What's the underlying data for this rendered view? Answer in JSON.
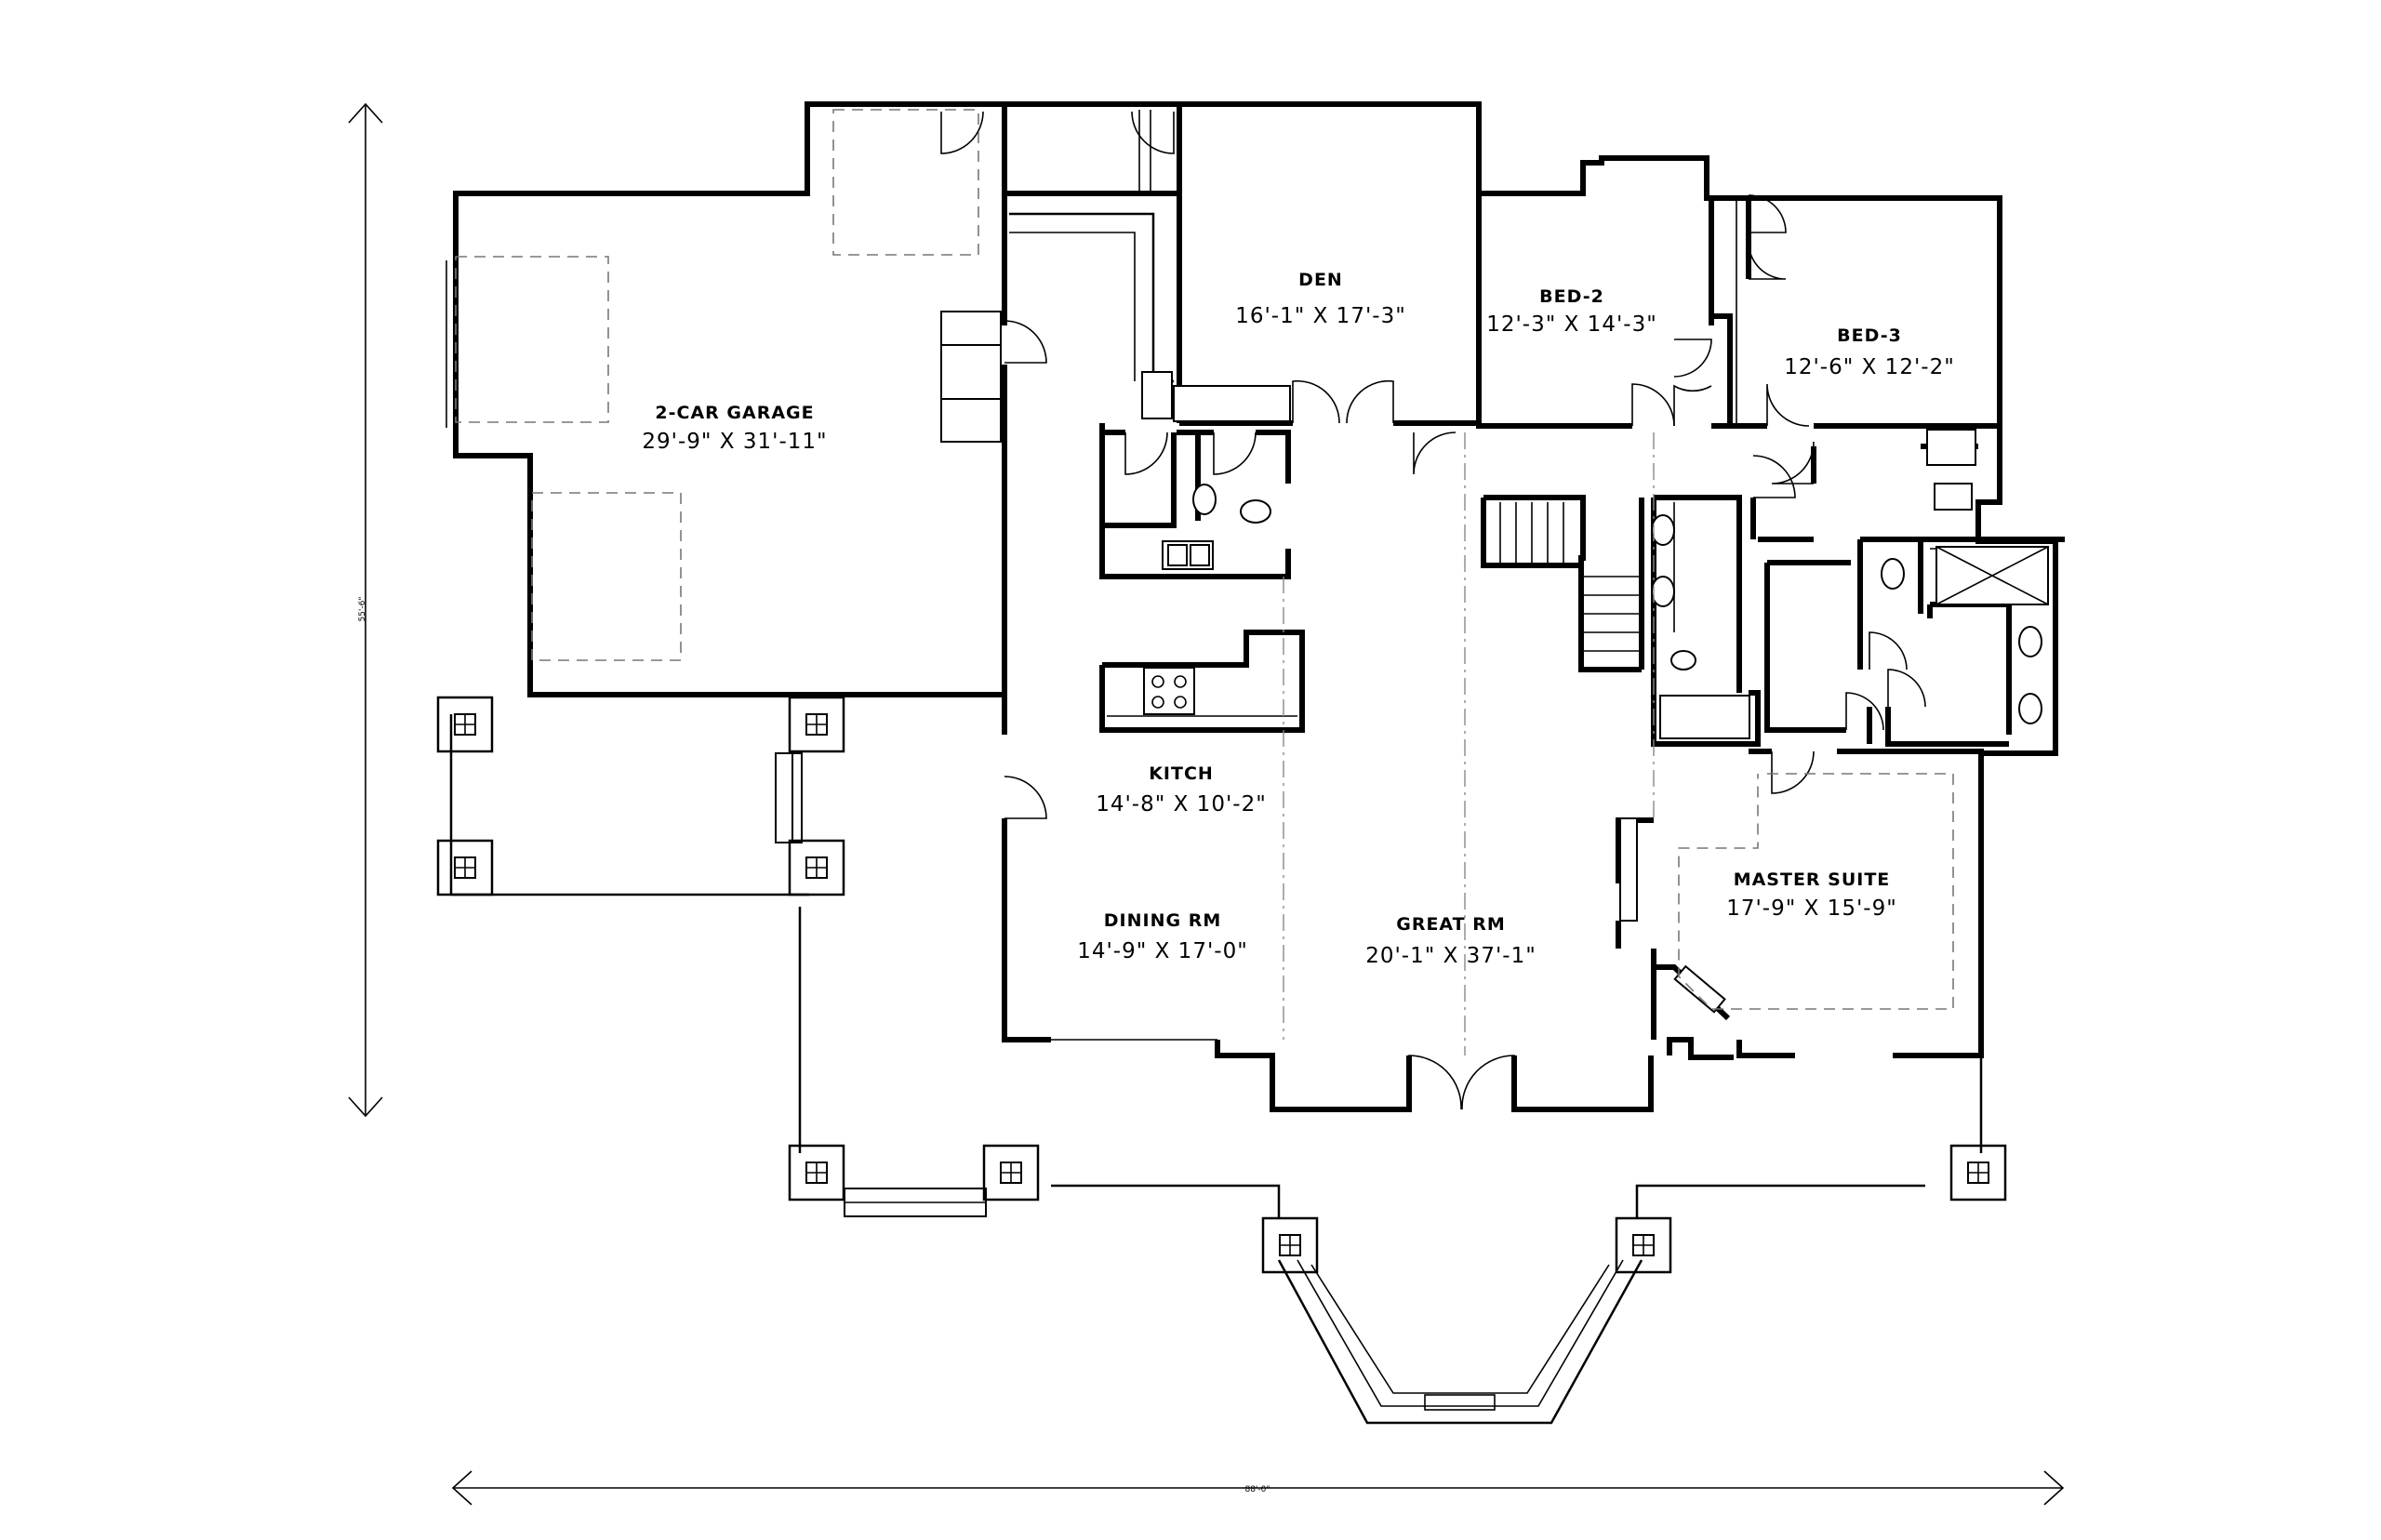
{
  "rooms": {
    "garage": {
      "name": "2-CAR GARAGE",
      "size": "29'-9\" X 31'-11\""
    },
    "den": {
      "name": "DEN",
      "size": "16'-1\" X 17'-3\""
    },
    "bed2": {
      "name": "BED-2",
      "size": "12'-3\" X 14'-3\""
    },
    "bed3": {
      "name": "BED-3",
      "size": "12'-6\" X 12'-2\""
    },
    "kitchen": {
      "name": "KITCH",
      "size": "14'-8\" X 10'-2\""
    },
    "dining": {
      "name": "DINING RM",
      "size": "14'-9\" X 17'-0\""
    },
    "great": {
      "name": "GREAT RM",
      "size": "20'-1\" X 37'-1\""
    },
    "master": {
      "name": "MASTER SUITE",
      "size": "17'-9\" X 15'-9\""
    }
  },
  "dimensions": {
    "overall_width": "88'-0\"",
    "overall_depth": "55'-6\""
  },
  "colors": {
    "line": "#000000",
    "dashed": "#777777",
    "background": "#ffffff"
  }
}
